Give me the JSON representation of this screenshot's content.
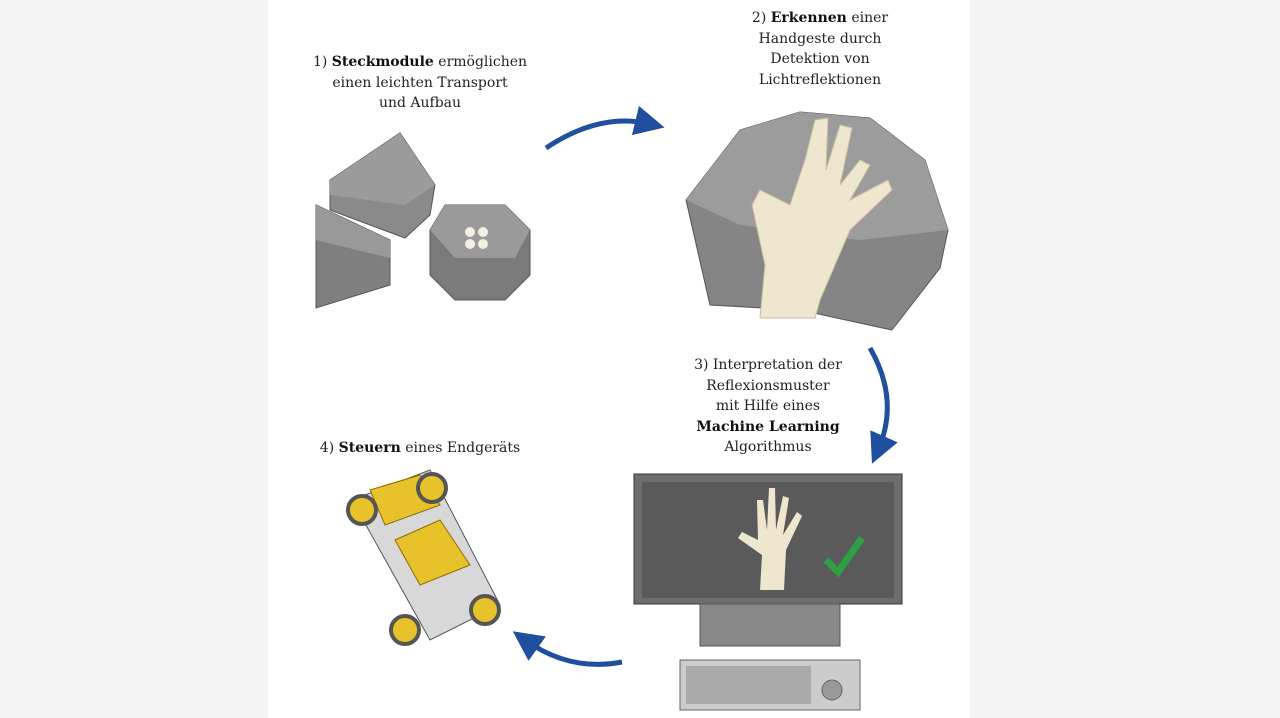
{
  "steps": [
    {
      "num": "1)",
      "bold": "Steckmodule",
      "rest": "ermöglichen",
      "line2": "einen leichten Transport",
      "line3": "und Aufbau"
    },
    {
      "num": "2)",
      "bold": "Erkennen",
      "rest": "einer",
      "line2": "Handgeste durch",
      "line3": "Detektion von",
      "line4": "Lichtreflektionen"
    },
    {
      "line1": "3) Interpretation der",
      "line2": "Reflexionsmuster",
      "line3": "mit Hilfe eines",
      "bold": "Machine Learning",
      "line5": "Algorithmus"
    },
    {
      "num": "4)",
      "bold": "Steuern",
      "rest": "eines Endgeräts"
    }
  ],
  "colors": {
    "arrow": "#1f4f9e",
    "module": "#7a7a7a",
    "hand": "#efe6cf",
    "check": "#2ea043",
    "car_yellow": "#e8c22a"
  }
}
